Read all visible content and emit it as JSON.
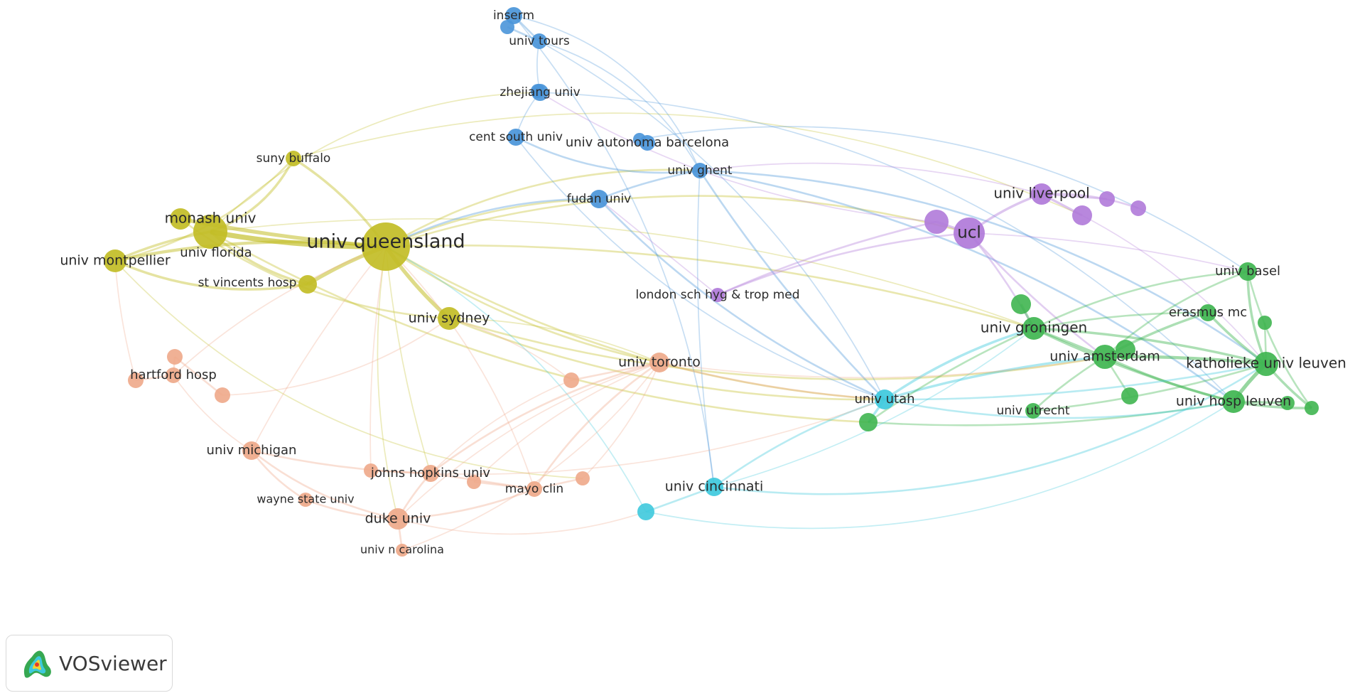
{
  "clusters": {
    "yellow": "#c2bd26",
    "blue": "#4a95d9",
    "purple": "#b07ad9",
    "green": "#3fb550",
    "salmon": "#eea98a",
    "cyan": "#3ec9dd"
  },
  "nodes": [
    {
      "id": "inserm",
      "label": "inserm",
      "cluster": "blue"
    },
    {
      "id": "univ-tours",
      "label": "univ tours",
      "cluster": "blue"
    },
    {
      "id": "zhejiang-univ",
      "label": "zhejiang univ",
      "cluster": "blue"
    },
    {
      "id": "cent-south-univ",
      "label": "cent south univ",
      "cluster": "blue"
    },
    {
      "id": "univ-autonoma-barcelona",
      "label": "univ autonoma barcelona",
      "cluster": "blue"
    },
    {
      "id": "univ-ghent",
      "label": "univ ghent",
      "cluster": "blue"
    },
    {
      "id": "fudan-univ",
      "label": "fudan univ",
      "cluster": "blue"
    },
    {
      "id": "suny-buffalo",
      "label": "suny buffalo",
      "cluster": "yellow"
    },
    {
      "id": "monash-univ",
      "label": "monash univ",
      "cluster": "yellow"
    },
    {
      "id": "univ-florida",
      "label": "univ florida",
      "cluster": "yellow"
    },
    {
      "id": "univ-queensland",
      "label": "univ queensland",
      "cluster": "yellow"
    },
    {
      "id": "univ-montpellier",
      "label": "univ montpellier",
      "cluster": "yellow"
    },
    {
      "id": "st-vincents-hosp",
      "label": "st vincents hosp",
      "cluster": "yellow"
    },
    {
      "id": "univ-sydney",
      "label": "univ sydney",
      "cluster": "yellow"
    },
    {
      "id": "univ-liverpool",
      "label": "univ liverpool",
      "cluster": "purple"
    },
    {
      "id": "ucl",
      "label": "ucl",
      "cluster": "purple"
    },
    {
      "id": "london-sch-hyg-trop-med",
      "label": "london sch hyg & trop med",
      "cluster": "purple"
    },
    {
      "id": "univ-basel",
      "label": "univ basel",
      "cluster": "green"
    },
    {
      "id": "erasmus-mc",
      "label": "erasmus mc",
      "cluster": "green"
    },
    {
      "id": "univ-groningen",
      "label": "univ groningen",
      "cluster": "green"
    },
    {
      "id": "univ-amsterdam",
      "label": "univ amsterdam",
      "cluster": "green"
    },
    {
      "id": "katholieke-univ-leuven",
      "label": "katholieke univ leuven",
      "cluster": "green"
    },
    {
      "id": "univ-hosp-leuven",
      "label": "univ hosp leuven",
      "cluster": "green"
    },
    {
      "id": "univ-utrecht",
      "label": "univ utrecht",
      "cluster": "green"
    },
    {
      "id": "univ-utah",
      "label": "univ utah",
      "cluster": "cyan"
    },
    {
      "id": "univ-cincinnati",
      "label": "univ cincinnati",
      "cluster": "cyan"
    },
    {
      "id": "univ-toronto",
      "label": "univ toronto",
      "cluster": "salmon"
    },
    {
      "id": "hartford-hosp",
      "label": "hartford hosp",
      "cluster": "salmon"
    },
    {
      "id": "univ-michigan",
      "label": "univ michigan",
      "cluster": "salmon"
    },
    {
      "id": "johns-hopkins-univ",
      "label": "johns hopkins univ",
      "cluster": "salmon"
    },
    {
      "id": "mayo-clin",
      "label": "mayo clin",
      "cluster": "salmon"
    },
    {
      "id": "wayne-state-univ",
      "label": "wayne state univ",
      "cluster": "salmon"
    },
    {
      "id": "duke-univ",
      "label": "duke univ",
      "cluster": "salmon"
    },
    {
      "id": "univ-n-carolina",
      "label": "univ n carolina",
      "cluster": "salmon"
    }
  ],
  "brand": {
    "name": "VOSviewer",
    "logo_icon": "vosviewer-logo-icon"
  }
}
